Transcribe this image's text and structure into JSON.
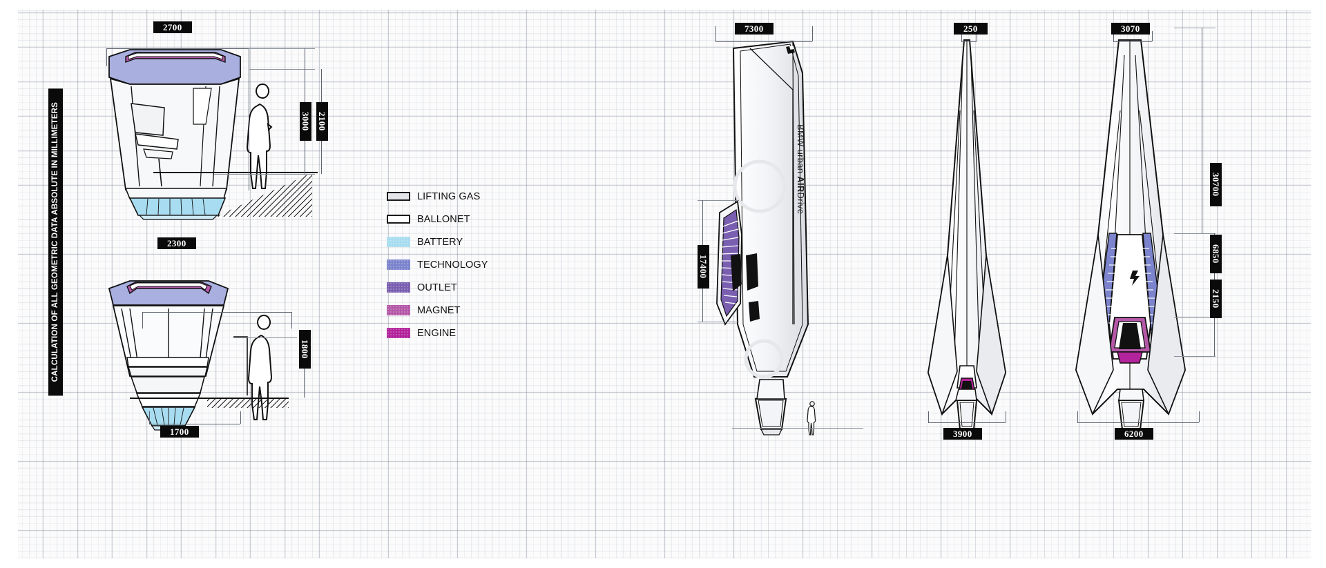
{
  "sheet": {
    "caption": "CALCULATION OF ALL GEOMETRIC DATA ABSOLUTE IN MILLIMETERS",
    "brand_line_1": "BMW urban ",
    "brand_line_2": "AIR",
    "brand_line_3": "Drive",
    "units": "mm"
  },
  "legend": {
    "items": [
      {
        "label": "LIFTING GAS",
        "color": "#e2e4e7",
        "bordered": true
      },
      {
        "label": "BALLONET",
        "color": "#ffffff",
        "bordered": true
      },
      {
        "label": "BATTERY",
        "color": "#a8dcf0",
        "bordered": false
      },
      {
        "label": "TECHNOLOGY",
        "color": "#7b84cc",
        "bordered": false
      },
      {
        "label": "OUTLET",
        "color": "#7a5fb0",
        "bordered": false
      },
      {
        "label": "MAGNET",
        "color": "#b558a8",
        "bordered": false
      },
      {
        "label": "ENGINE",
        "color": "#b3239b",
        "bordered": false
      }
    ]
  },
  "views": {
    "cabin_section": {
      "name": "cabin-section-view",
      "dimensions": {
        "width_top": "2700",
        "height_total": "3000",
        "height_interior": "2100"
      }
    },
    "cabin_front": {
      "name": "cabin-front-view",
      "dimensions": {
        "width_top": "2300",
        "width_bottom": "1700",
        "height_person": "1800"
      }
    },
    "airship_side": {
      "name": "airship-side-view",
      "dimensions": {
        "width": "7300",
        "length": "17400"
      }
    },
    "airship_front": {
      "name": "airship-front-view",
      "dimensions": {
        "width_top": "250",
        "width_bottom": "3900"
      }
    },
    "airship_top": {
      "name": "airship-top-view",
      "dimensions": {
        "width_top": "3070",
        "width_bottom": "6200",
        "length_total": "30700",
        "length_body": "6850",
        "length_tail": "2150"
      }
    }
  },
  "colors": {
    "lifting_gas": "#e2e4e7",
    "ballonet": "#ffffff",
    "battery": "#a8dcf0",
    "technology": "#7b84cc",
    "outlet": "#7a5fb0",
    "magnet": "#b558a8",
    "engine": "#b3239b",
    "ink": "#111111",
    "dim_line": "#5d6470",
    "paper": "#fbfbfc"
  }
}
